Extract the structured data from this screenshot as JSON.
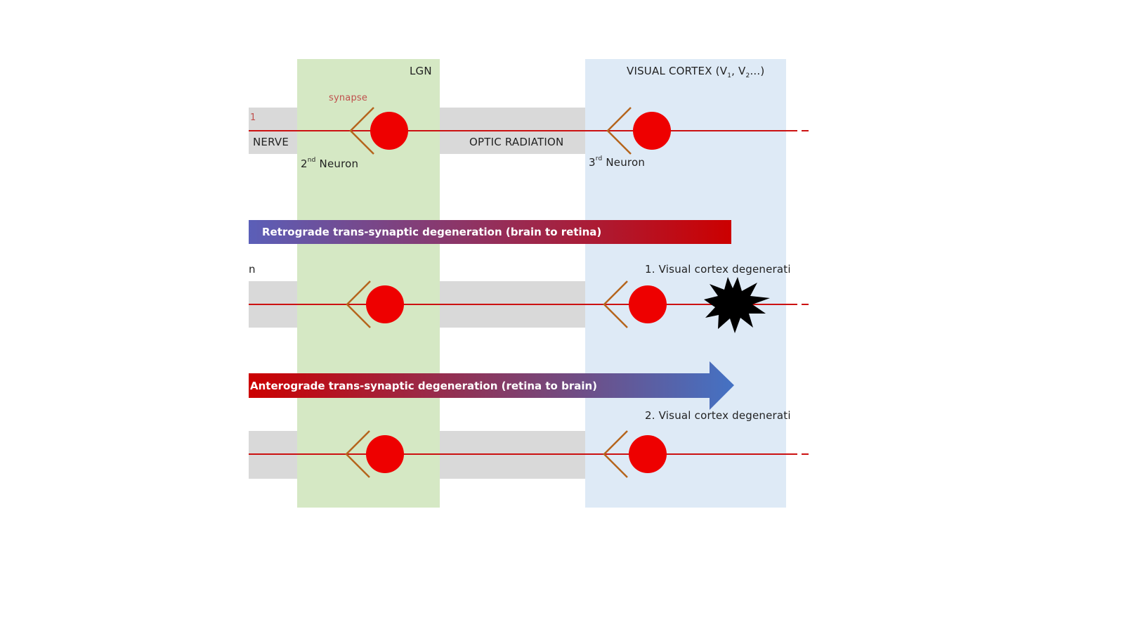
{
  "regions": {
    "lgn_label": "LGN",
    "visual_cortex_label_prefix": "VISUAL CORTEX (V",
    "visual_cortex_sub1": "1",
    "visual_cortex_sep": ", V",
    "visual_cortex_sub2": "2",
    "visual_cortex_suffix": "...)"
  },
  "top_row": {
    "synapse_label": "synapse",
    "nerve_label": "NERVE",
    "optic_radiation_label": "OPTIC RADIATION",
    "second_neuron_prefix": "2",
    "second_neuron_sup": "nd",
    "second_neuron_suffix": " Neuron",
    "third_neuron_prefix": "3",
    "third_neuron_sup": "rd",
    "third_neuron_suffix": " Neuron",
    "left_fragment": "1"
  },
  "retrograde": {
    "banner_label": "Retrograde trans-synaptic degeneration (brain to retina)",
    "left_fragment": "n",
    "cortex_label": "1. Visual cortex degenerati"
  },
  "anterograde": {
    "banner_label": "Anterograde trans-synaptic degeneration (retina to brain)",
    "cortex_label": "2. Visual cortex degenerati"
  },
  "colors": {
    "lgn_region": "#d5e8c4",
    "cortex_region": "#deeaf6",
    "tract_band": "#d9d9d9",
    "axon": "#cc1111",
    "neuron": "#ee0000",
    "dendrite": "#b5651d",
    "synapse_text": "#c0504d",
    "banner_red": "#cc0000",
    "banner_blue": "#4472c4",
    "lesion": "#000000"
  }
}
